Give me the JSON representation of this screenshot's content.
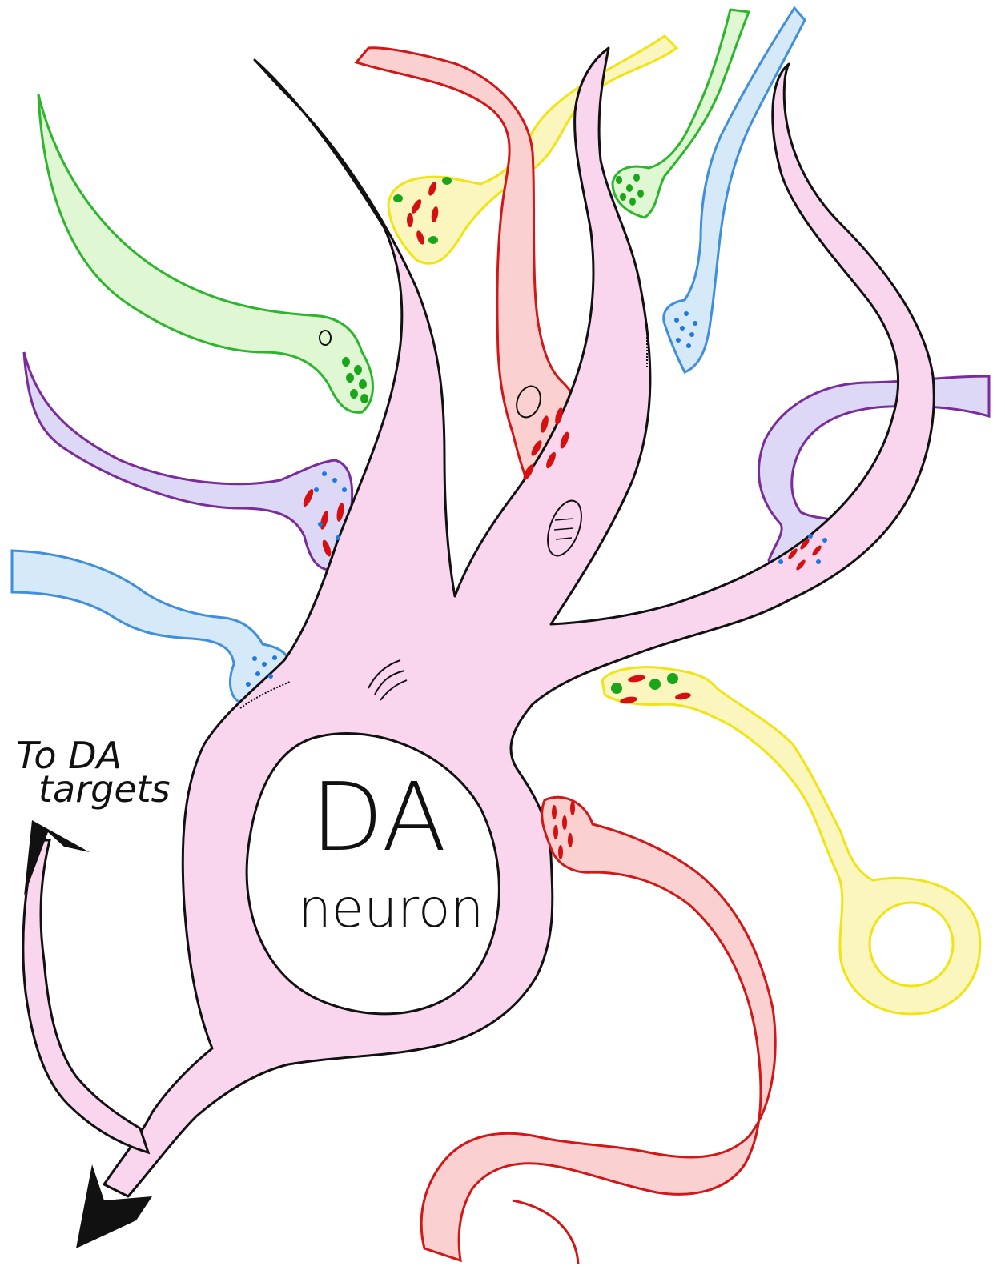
{
  "nucleus": {
    "title": "DA",
    "subtitle": "neuron"
  },
  "axon_label": {
    "line1": "To DA",
    "line2": "targets"
  },
  "colors": {
    "neuron_fill": "#f9d6ee",
    "outline": "#111111",
    "green_fill": "#dff7d2",
    "green_stroke": "#2db52d",
    "purple_fill": "#dcd8f6",
    "purple_stroke": "#7a2d9a",
    "blue_fill": "#d6e9f8",
    "blue_stroke": "#3f8fdc",
    "red_fill": "#fbd0d0",
    "red_stroke": "#d01818",
    "yellow_fill": "#fbf6bd",
    "yellow_stroke": "#f0e414",
    "vesicle_red": "#d41010",
    "vesicle_green": "#1aa51a",
    "vesicle_blue": "#1f78e0"
  }
}
